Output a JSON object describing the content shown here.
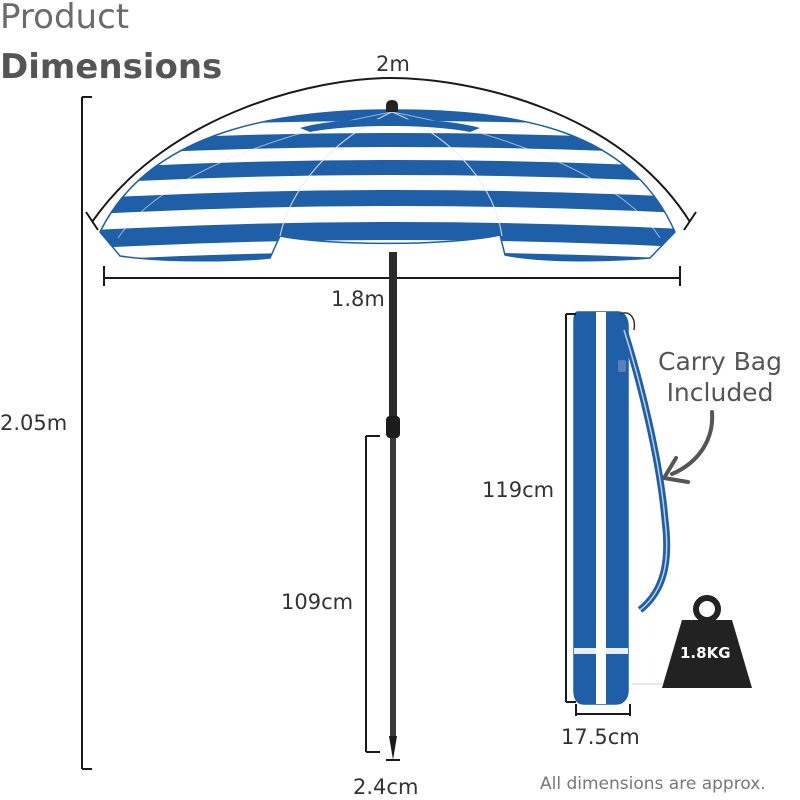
{
  "title": {
    "line1": "Product",
    "line2": "Dimensions"
  },
  "dimensions": {
    "canopy_arc": "2m",
    "canopy_span": "1.8m",
    "total_height": "2.05m",
    "lower_pole": "109cm",
    "pole_diameter": "2.4cm",
    "bag_length": "119cm",
    "bag_width": "17.5cm"
  },
  "carry_bag": {
    "line1": "Carry Bag",
    "line2": "Included"
  },
  "weight": {
    "label": "1.8KG",
    "icon": "weight-icon"
  },
  "footer": {
    "note": "All dimensions are approx."
  },
  "colors": {
    "stripe_blue": "#1f5fa8",
    "stripe_white": "#ffffff",
    "pole": "#2b2b2b",
    "weight": "#222222",
    "dimension_line": "#1a1a1a"
  }
}
